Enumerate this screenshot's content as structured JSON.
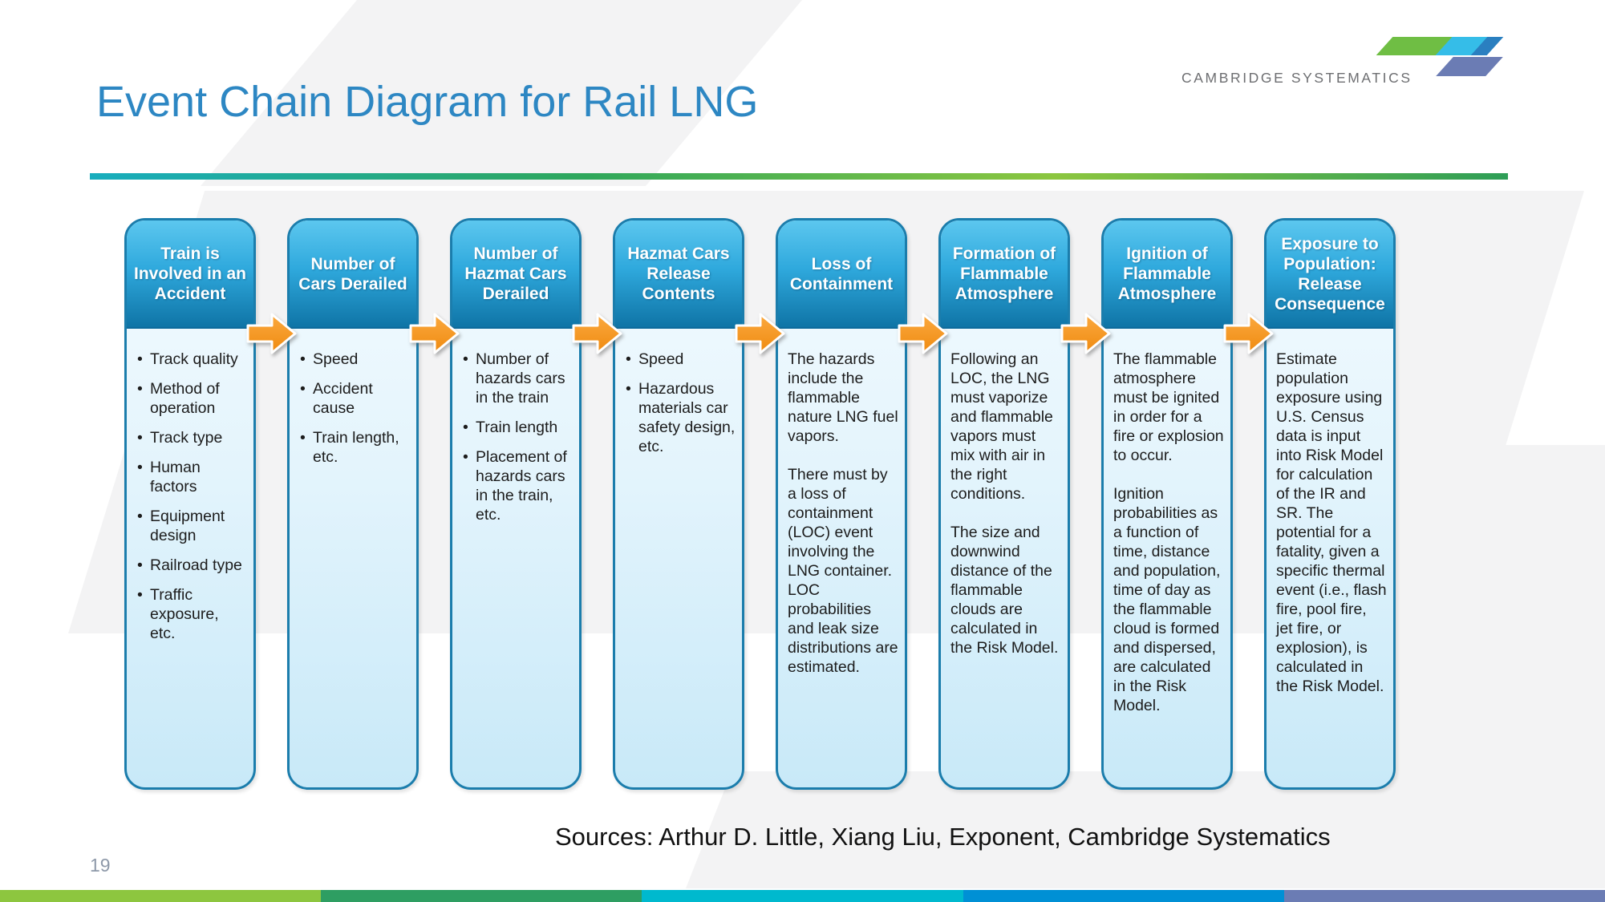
{
  "slide": {
    "title": "Event Chain Diagram for Rail LNG",
    "page_number": "19",
    "sources": "Sources: Arthur D. Little, Xiang Liu, Exponent, Cambridge Systematics"
  },
  "logo": {
    "text": "CAMBRIDGE SYSTEMATICS",
    "mark_colors": {
      "green": "#6fbe44",
      "cyan": "#35bde8",
      "blue": "#2a7fc0",
      "purple": "#6b7cb4"
    }
  },
  "diagram": {
    "columns": [
      {
        "header": "Train is Involved in an Accident",
        "bullets": [
          "Track quality",
          "Method of operation",
          "Track type",
          "Human factors",
          "Equipment design",
          "Railroad type",
          "Traffic exposure, etc."
        ]
      },
      {
        "header": "Number of Cars Derailed",
        "bullets": [
          "Speed",
          "Accident cause",
          "Train length, etc."
        ]
      },
      {
        "header": "Number of Hazmat Cars Derailed",
        "bullets": [
          "Number of hazards cars in the train",
          "Train length",
          "Placement of hazards cars in the train, etc."
        ]
      },
      {
        "header": "Hazmat Cars Release Contents",
        "bullets": [
          "Speed",
          "Hazardous materials car safety design, etc."
        ]
      },
      {
        "header": "Loss of Containment",
        "paragraphs": [
          "The hazards include the flammable nature LNG fuel vapors.",
          "There must by a loss of containment (LOC) event involving the LNG container. LOC probabilities and leak size distributions are estimated."
        ]
      },
      {
        "header": "Formation of Flammable Atmosphere",
        "paragraphs": [
          "Following an LOC, the LNG must vaporize and flammable vapors must mix with air in the right conditions.",
          "The size and downwind distance of the flammable clouds are calculated in the Risk Model."
        ]
      },
      {
        "header": "Ignition of Flammable Atmosphere",
        "paragraphs": [
          "The flammable atmosphere must be ignited in order for a fire or explosion to occur.",
          "Ignition probabilities as a function of time, distance and population, time of day as the flammable cloud is formed and dispersed, are calculated in the Risk Model."
        ]
      },
      {
        "header": "Exposure to Population: Release Consequence",
        "paragraphs": [
          "Estimate population exposure using U.S. Census data is input into Risk Model for calculation of the IR and SR. The potential for a fatality, given a specific thermal event (i.e., flash fire, pool fire, jet fire, or explosion), is calculated in the Risk Model."
        ]
      }
    ]
  },
  "colors": {
    "title_blue": "#2d87c3",
    "card_border": "#1b7dac",
    "header_gradient_top": "#5cc7ef",
    "header_gradient_bottom": "#0f74a6",
    "body_gradient_top": "#f4fbff",
    "body_gradient_bottom": "#c8e9f8",
    "arrow_orange": "#f7941e",
    "title_rule_gradient": [
      "#18adbe",
      "#2ea75b",
      "#8cc63f",
      "#2e9e57"
    ]
  },
  "footer_bar": {
    "segment_colors": [
      "#8dc63f",
      "#2e9e62",
      "#00b9ce",
      "#0090d5",
      "#6b7cb4"
    ]
  }
}
